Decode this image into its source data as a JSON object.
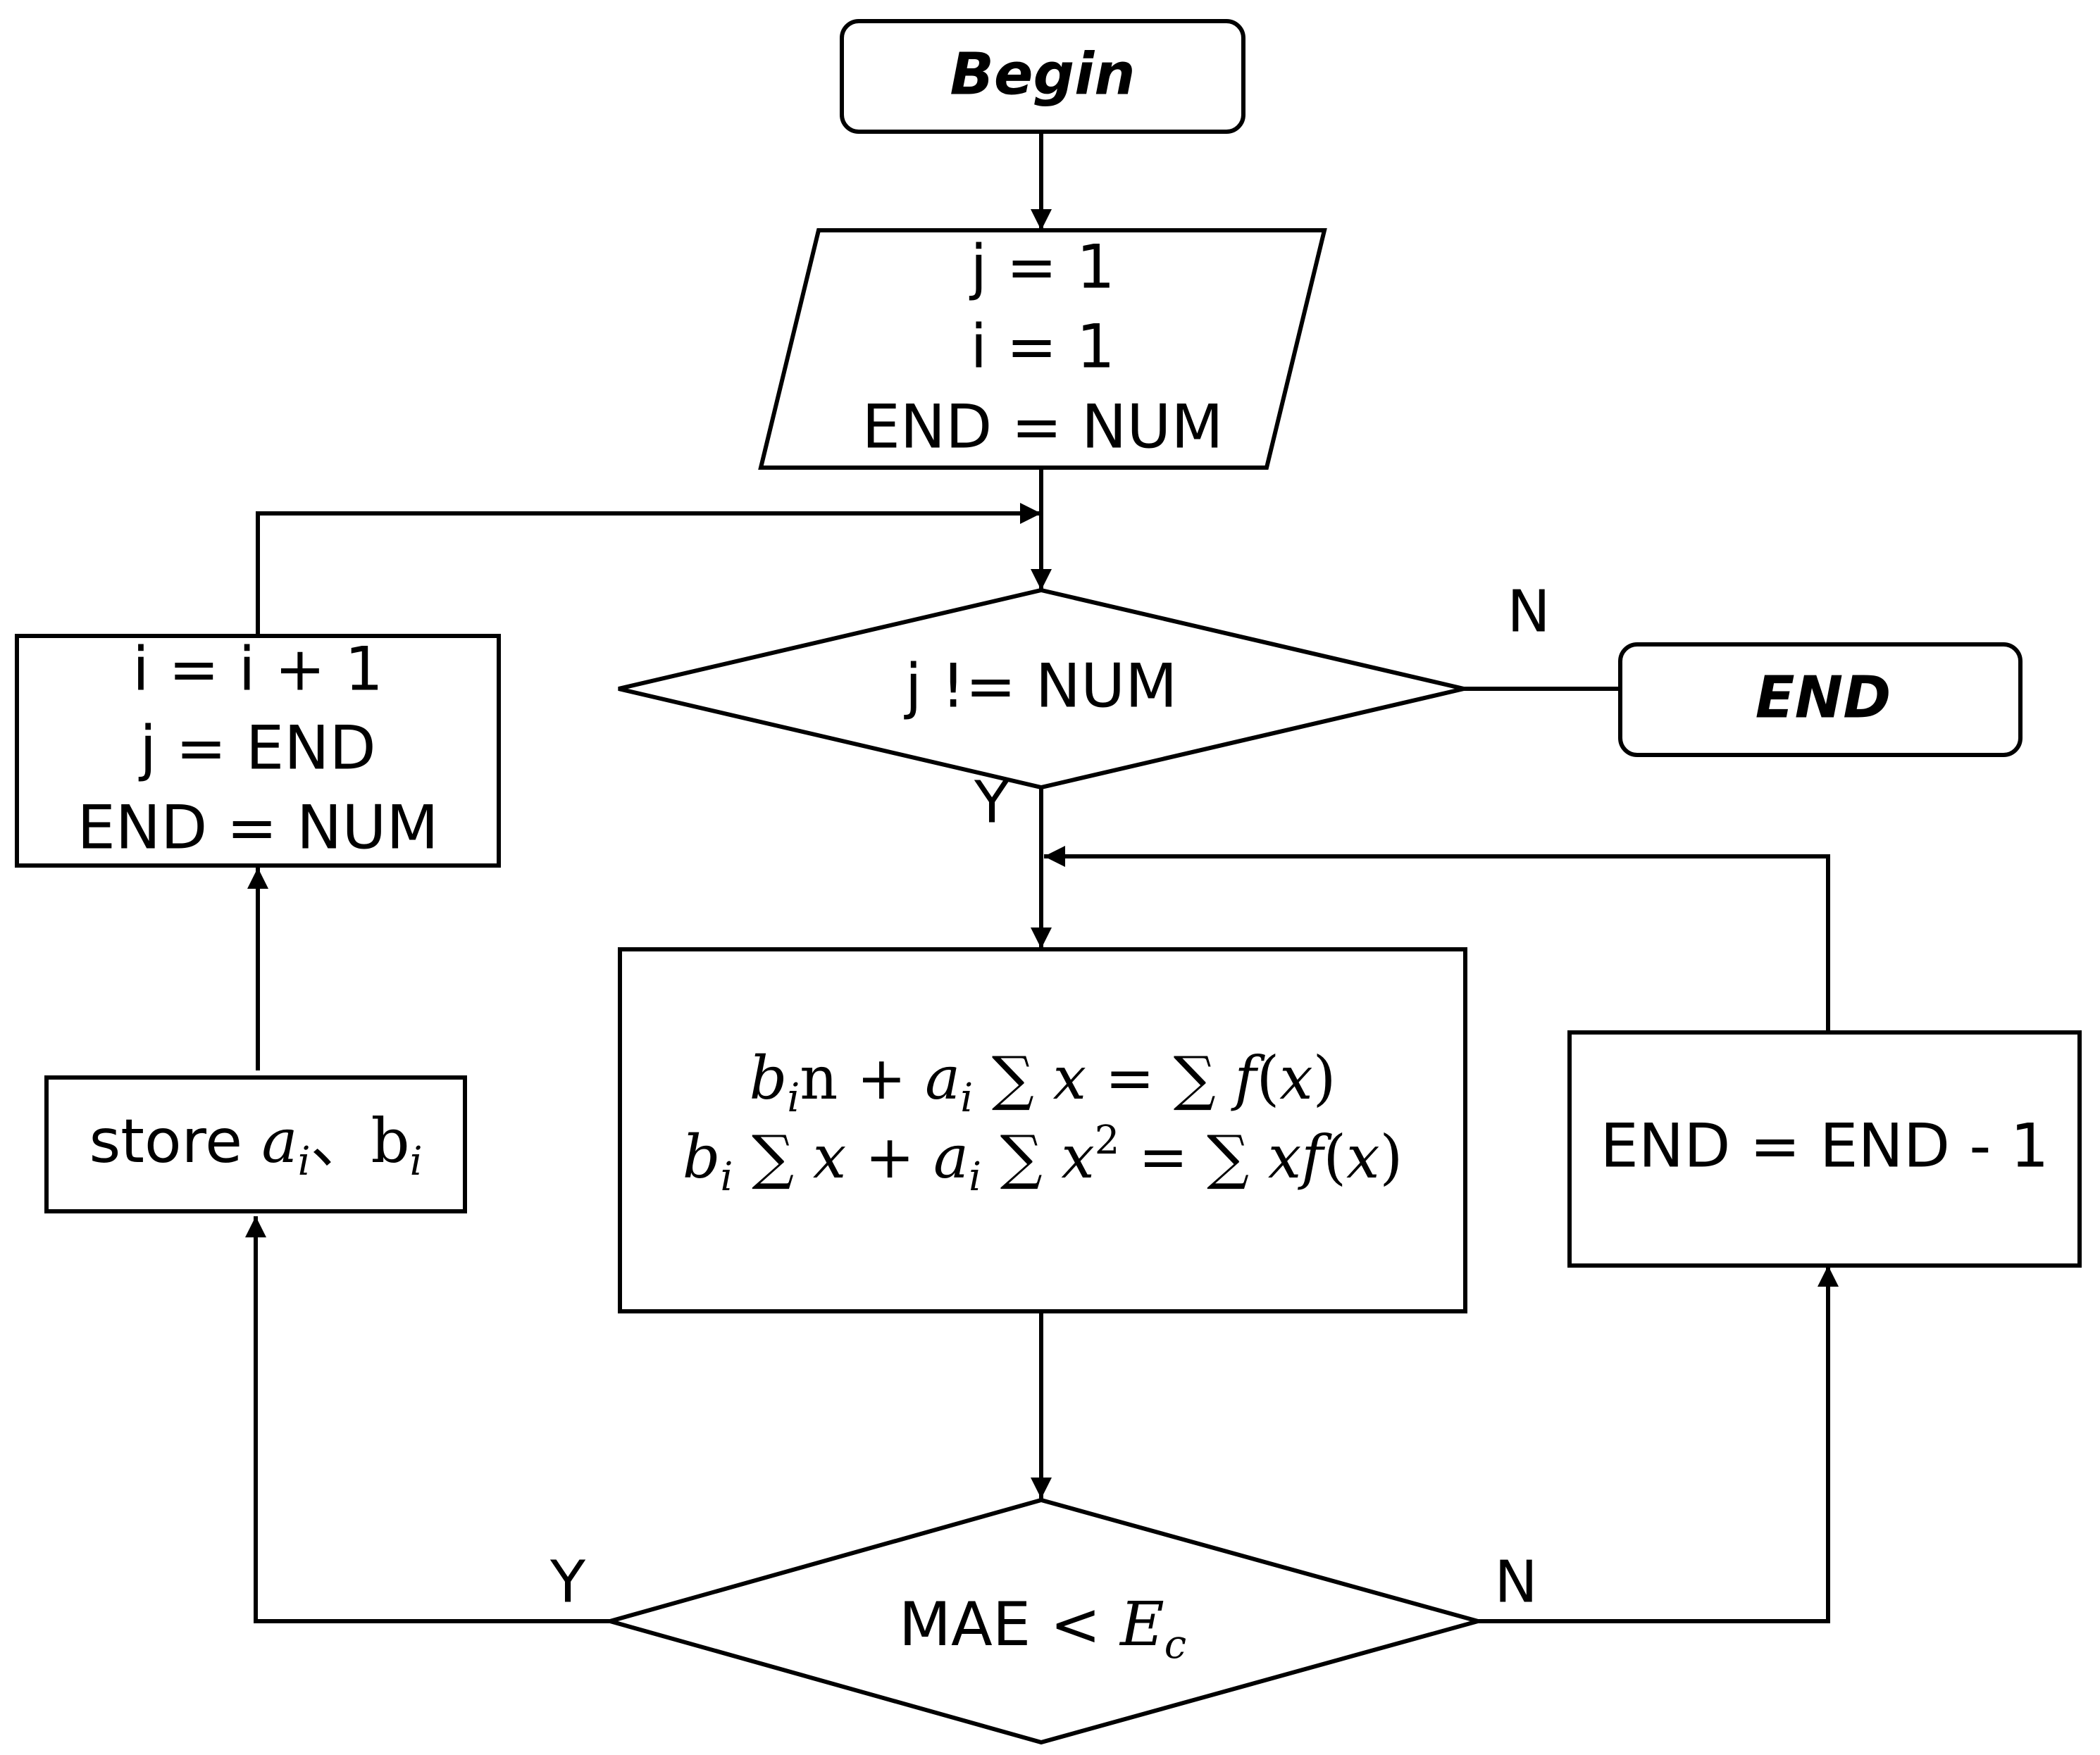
{
  "begin": "Begin",
  "end_terminal": "END",
  "init": {
    "line1": "j = 1",
    "line2": "i = 1",
    "line3": "END = NUM"
  },
  "decision1": "j != NUM",
  "decision1_no": "N",
  "decision1_yes": "Y",
  "update_block": {
    "line1": "i = i + 1",
    "line2": "j = END",
    "line3": "END = NUM"
  },
  "equations": {
    "eq1": {
      "b": "b",
      "i1": "i",
      "n": "n + ",
      "a": "a",
      "i2": "i",
      "sum1": " ∑ ",
      "x1": "x",
      "eq": " = ∑ ",
      "f": "f",
      "paren_open": "(",
      "x2": "x",
      "paren_close": ")"
    },
    "eq2": {
      "b": "b",
      "i1": "i",
      "sum1": " ∑ ",
      "x1": "x",
      "plus": " + ",
      "a": "a",
      "i2": "i",
      "sum2": " ∑ ",
      "x2": "x",
      "sup": "2",
      "eq": " = ∑ ",
      "x3": "x",
      "f": "f",
      "paren_open": "(",
      "x4": "x",
      "paren_close": ")"
    }
  },
  "store": {
    "word": "store ",
    "a": "a",
    "i1": "i",
    "sep": "、",
    "b": "b",
    "i2": "i"
  },
  "end_decrement": "END = END - 1",
  "decision2": {
    "prefix": "MAE < ",
    "E": "E",
    "sub": "c"
  },
  "decision2_yes": "Y",
  "decision2_no": "N"
}
